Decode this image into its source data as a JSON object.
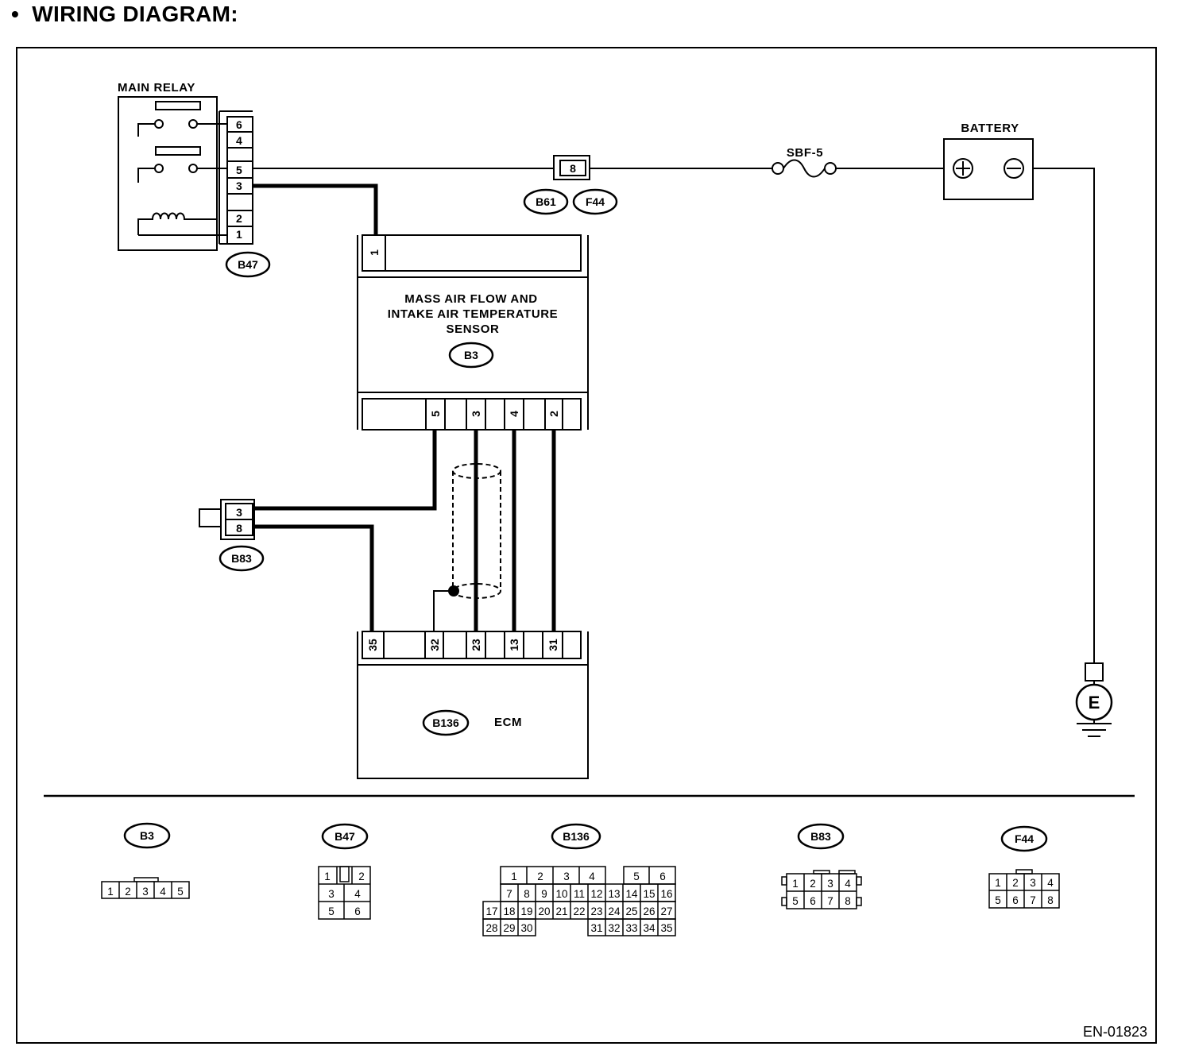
{
  "title": "WIRING DIAGRAM:",
  "title_bullet": "•",
  "doc_id": "EN-01823",
  "components": {
    "main_relay": {
      "label": "MAIN RELAY",
      "connector": "B47",
      "pins": [
        "6",
        "4",
        "5",
        "3",
        "2",
        "1"
      ]
    },
    "battery": {
      "label": "BATTERY",
      "positive": "+",
      "negative": "−"
    },
    "fuse": {
      "label": "SBF-5"
    },
    "joint_connector": {
      "pin": "8",
      "connectors": [
        "B61",
        "F44"
      ]
    },
    "maf_sensor": {
      "label_lines": [
        "MASS AIR FLOW AND",
        "INTAKE AIR TEMPERATURE",
        "SENSOR"
      ],
      "connector": "B3",
      "top_pin": "1",
      "bottom_pins": [
        "5",
        "3",
        "4",
        "2"
      ]
    },
    "connector_b83": {
      "connector": "B83",
      "pins": [
        "3",
        "8"
      ]
    },
    "ecm": {
      "label": "ECM",
      "connector": "B136",
      "pins": [
        "35",
        "32",
        "23",
        "13",
        "31"
      ]
    },
    "ground": {
      "label": "E"
    }
  },
  "connector_views": {
    "b3": {
      "name": "B3",
      "pins": [
        "1",
        "2",
        "3",
        "4",
        "5"
      ]
    },
    "b47": {
      "name": "B47",
      "pins": [
        "1",
        "2",
        "3",
        "4",
        "5",
        "6"
      ]
    },
    "b136": {
      "name": "B136",
      "row1": [
        "1",
        "2",
        "3",
        "4",
        "5",
        "6"
      ],
      "row2": [
        "7",
        "8",
        "9",
        "10",
        "11",
        "12",
        "13",
        "14",
        "15",
        "16"
      ],
      "row3": [
        "17",
        "18",
        "19",
        "20",
        "21",
        "22",
        "23",
        "24",
        "25",
        "26",
        "27"
      ],
      "row4a": [
        "28",
        "29",
        "30"
      ],
      "row4b": [
        "31",
        "32",
        "33",
        "34",
        "35"
      ]
    },
    "b83": {
      "name": "B83",
      "pins": [
        "1",
        "2",
        "3",
        "4",
        "5",
        "6",
        "7",
        "8"
      ]
    },
    "f44": {
      "name": "F44",
      "pins": [
        "1",
        "2",
        "3",
        "4",
        "5",
        "6",
        "7",
        "8"
      ]
    }
  }
}
